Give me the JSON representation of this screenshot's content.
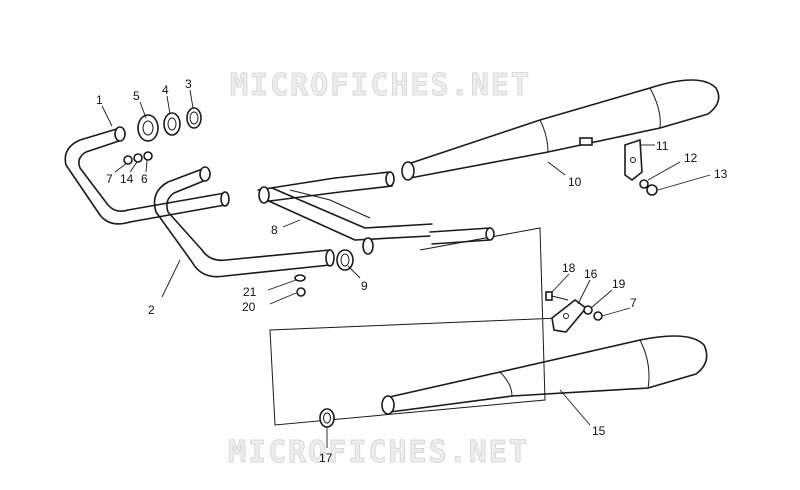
{
  "watermark": {
    "top": "MICROFICHES.NET",
    "bottom": "MICROFICHES.NET"
  },
  "callouts": [
    "1",
    "2",
    "3",
    "4",
    "5",
    "6",
    "7",
    "8",
    "9",
    "10",
    "11",
    "12",
    "13",
    "14",
    "15",
    "16",
    "7",
    "17",
    "18",
    "19",
    "20",
    "21"
  ]
}
